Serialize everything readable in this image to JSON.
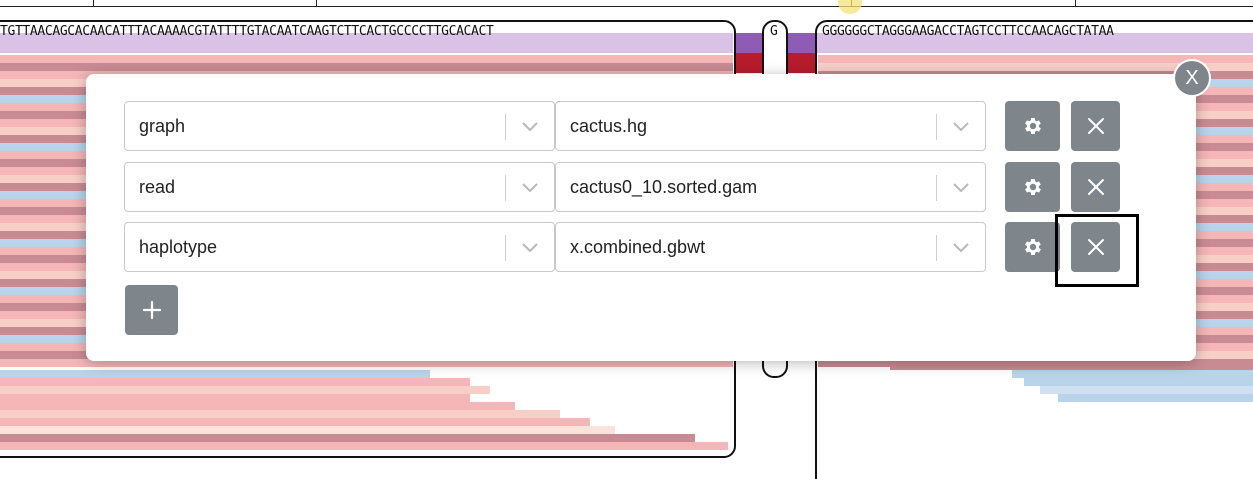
{
  "sequence": {
    "left_segment": "TGTTAACAGCACAACATTTACAAAACGTATTTTGTACAATCAAGTCTTCACTGCCCCTTGCACACT",
    "middle_segment": "G",
    "right_segment": "GGGGGGCTAGGGAAGACCTAGTCCTTCCAACAGCTATAA"
  },
  "modal": {
    "close_label": "X",
    "tracks": [
      {
        "type": "graph",
        "file": "cactus.hg"
      },
      {
        "type": "read",
        "file": "cactus0_10.sorted.gam"
      },
      {
        "type": "haplotype",
        "file": "x.combined.gbwt"
      }
    ],
    "add_label": "+"
  },
  "colors": {
    "button_gray": "#7e868c",
    "read_pink": "#f4b6b6",
    "read_red": "#c98b93",
    "read_blue": "#b9d3ea",
    "node_purple": "#8e5bb5"
  },
  "icons": {
    "settings": "gear-icon",
    "remove": "x-icon",
    "add": "plus-icon",
    "dropdown": "chevron-down-icon"
  }
}
